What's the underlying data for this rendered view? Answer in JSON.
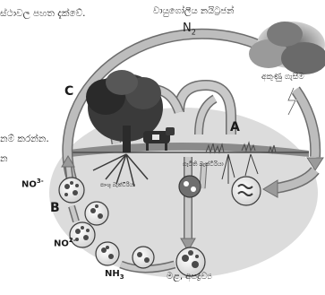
{
  "texts": {
    "top_partial": "ස්ථාවල පහත දැක්වේ.",
    "atmosphere": "වායුගෝලීය නයිට්‍රජන්",
    "n2": "N",
    "n2_sub": "2",
    "lightning": "අකුණු ගැසීම",
    "name_prompt": "නම් කරන්න.",
    "partial_letter": "න",
    "no3": "NO",
    "no3_sup": "3-",
    "no2": "NO",
    "no2_sup": "2-",
    "nh3": "NH",
    "nh3_sub": "3",
    "root_text": "පාංශු බැක්ටීරියා",
    "nodule_text": "ගැටිති බැක්ටීරියා",
    "decay": "මළ, අපද්‍රව්‍ය"
  },
  "labels": {
    "a": "A",
    "b": "B",
    "c": "C"
  },
  "colors": {
    "arrow_fill": "#a9a9a9",
    "arrow_stroke": "#6d6d6d",
    "ground": "#d6d6d6",
    "sky_cloud": "#4a4a4a",
    "tree": "#3a3a3a"
  },
  "icons": [
    "tree-icon",
    "cow-icon",
    "storm-cloud-icon",
    "lightning-icon",
    "bacteria-circle-icon"
  ]
}
